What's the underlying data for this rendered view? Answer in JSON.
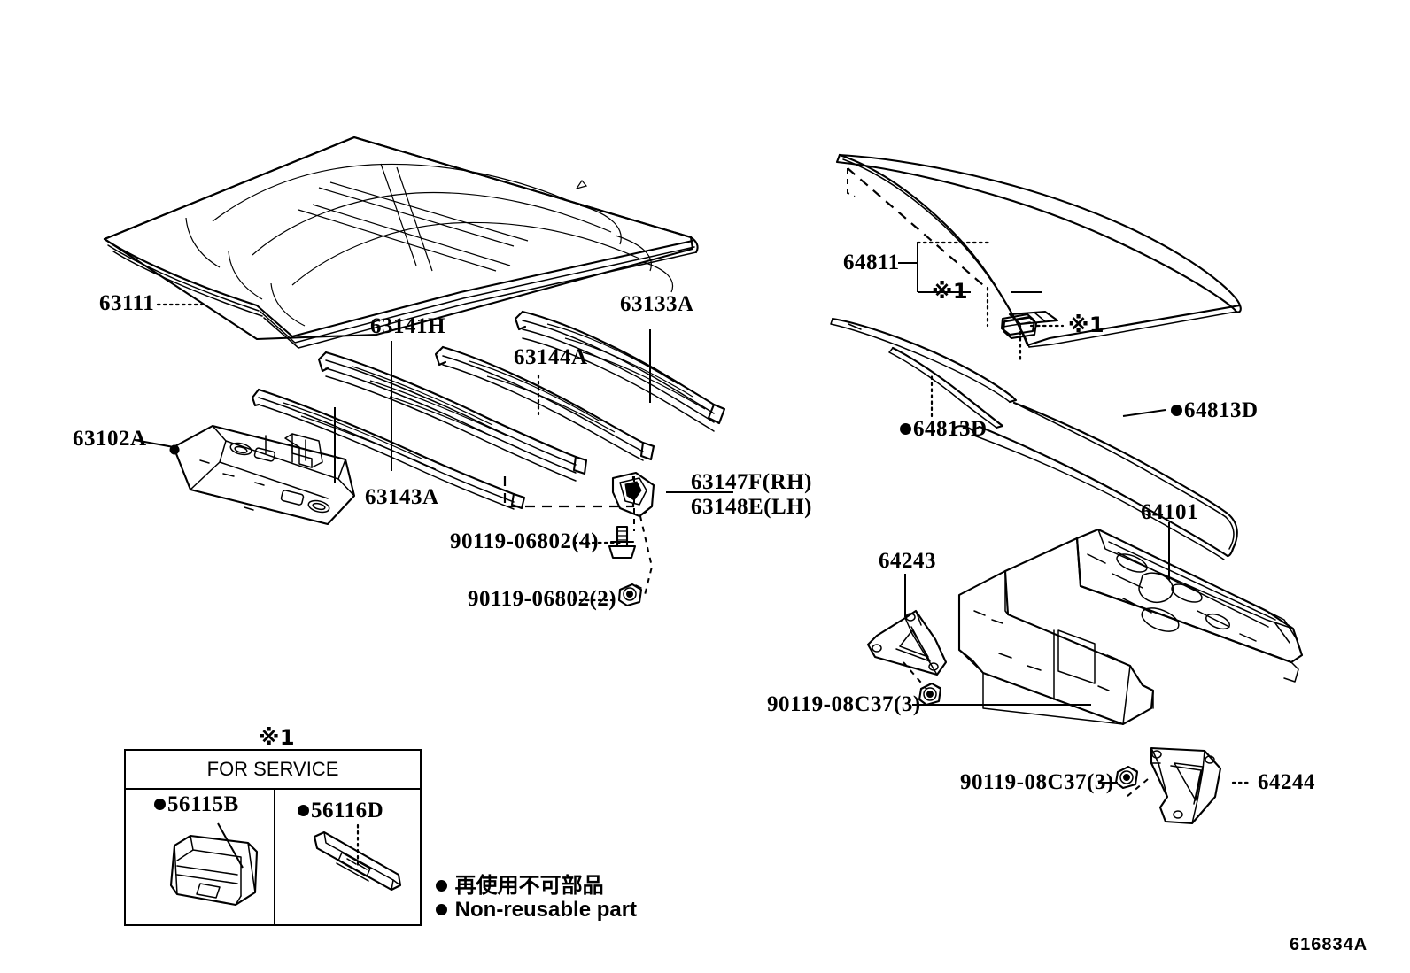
{
  "diagram": {
    "corner_code": "616834A",
    "reference_mark": "※1",
    "service_box": {
      "title": "FOR SERVICE",
      "parts": [
        {
          "number": "56115B",
          "non_reusable": true
        },
        {
          "number": "56116D",
          "non_reusable": true
        }
      ]
    },
    "legend": {
      "japanese": "再使用不可部品",
      "english": "Non-reusable part"
    }
  },
  "labels": {
    "roof_panel": "63111",
    "roof_header_panel": "63102A",
    "roof_reinforce_h": "63141H",
    "roof_reinforce_a": "63143A",
    "roof_bow_a": "63144A",
    "roof_rear_reinforce": "63133A",
    "bracket_rh": "63147F(RH)",
    "bracket_lh": "63148E(LH)",
    "bolt_4": "90119-06802(4)",
    "bolt_2": "90119-06802(2)",
    "back_window_glass": "64811",
    "glass_molding_left": "64813D",
    "glass_molding_right": "64813D",
    "package_tray_panel": "64101",
    "brace_left": "64243",
    "brace_right": "64244",
    "bolt_3_left": "90119-08C37(3)",
    "bolt_3_right": "90119-08C37(3)",
    "mark_glass_clip_upper": "※1",
    "mark_glass_clip_lower": "※1",
    "mark_service_box": "※1"
  }
}
